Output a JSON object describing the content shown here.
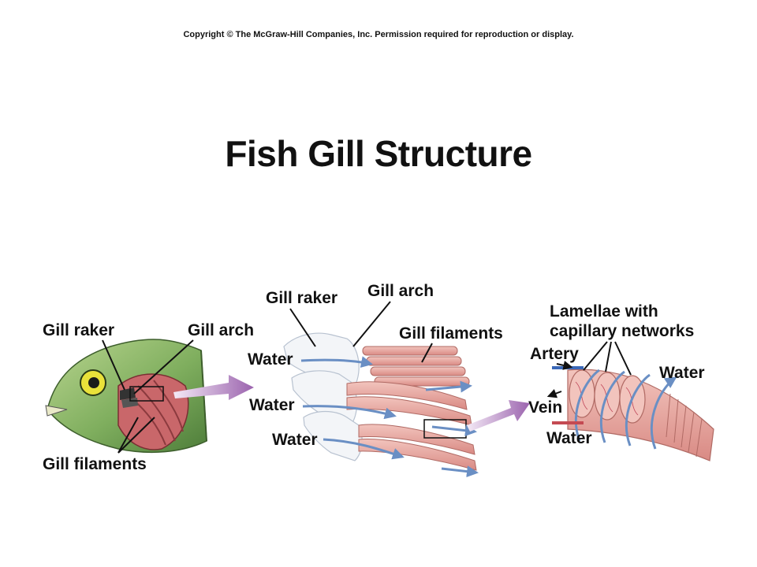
{
  "copyright": "Copyright © The McGraw-Hill Companies, Inc. Permission required for reproduction or display.",
  "title": "Fish Gill Structure",
  "labels": {
    "left_gill_raker": "Gill raker",
    "left_gill_arch": "Gill arch",
    "left_gill_filaments": "Gill filaments",
    "mid_gill_raker": "Gill raker",
    "mid_gill_arch": "Gill arch",
    "mid_gill_filaments": "Gill filaments",
    "mid_water_1": "Water",
    "mid_water_2": "Water",
    "mid_water_3": "Water",
    "right_lamellae_line1": "Lamellae with",
    "right_lamellae_line2": "capillary networks",
    "right_artery": "Artery",
    "right_vein": "Vein",
    "right_water_top": "Water",
    "right_water_bottom": "Water"
  },
  "colors": {
    "fish_green": "#8fb86a",
    "fish_dark": "#4f7d3c",
    "gill_red": "#c9676a",
    "filament_pink": "#e8a9a2",
    "water_blue": "#6a8fc4",
    "arrow_purple": "#a070b0"
  }
}
